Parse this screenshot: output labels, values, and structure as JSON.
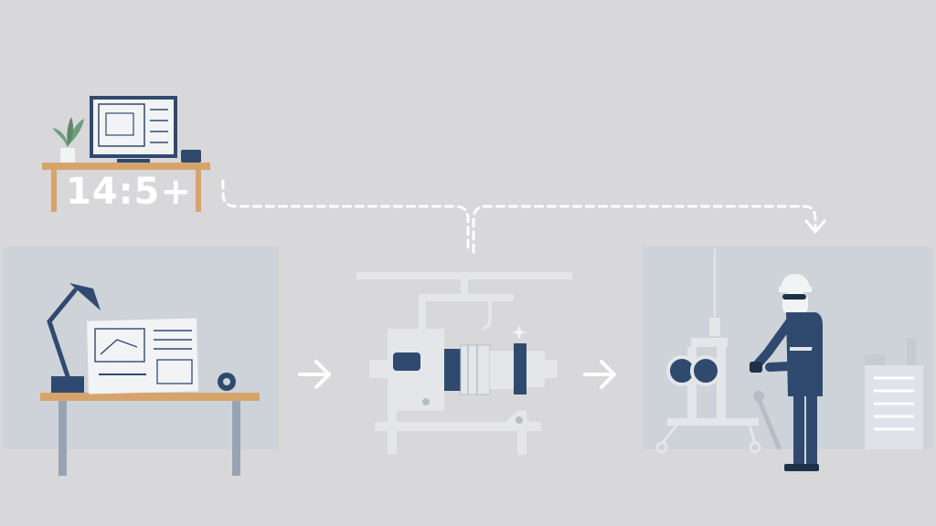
{
  "header": {
    "time_label": "14:5+"
  },
  "colors": {
    "background": "#d8d7da",
    "panel": "#ced2d9",
    "navy": "#2f4a6e",
    "wood": "#d6a46b",
    "light": "#f2f3f5",
    "machine": "#e4e6ea",
    "plant": "#6f9e7c",
    "dashed": "#ffffff"
  },
  "stages": [
    {
      "id": "design",
      "icon": "drafting-desk-icon"
    },
    {
      "id": "machining",
      "icon": "assembly-machine-icon"
    },
    {
      "id": "inspection",
      "icon": "inspection-worker-icon"
    }
  ],
  "connectors": {
    "flow_icon": "right-arrow-icon",
    "feedback_icon": "dashed-feedback-loop-icon"
  }
}
